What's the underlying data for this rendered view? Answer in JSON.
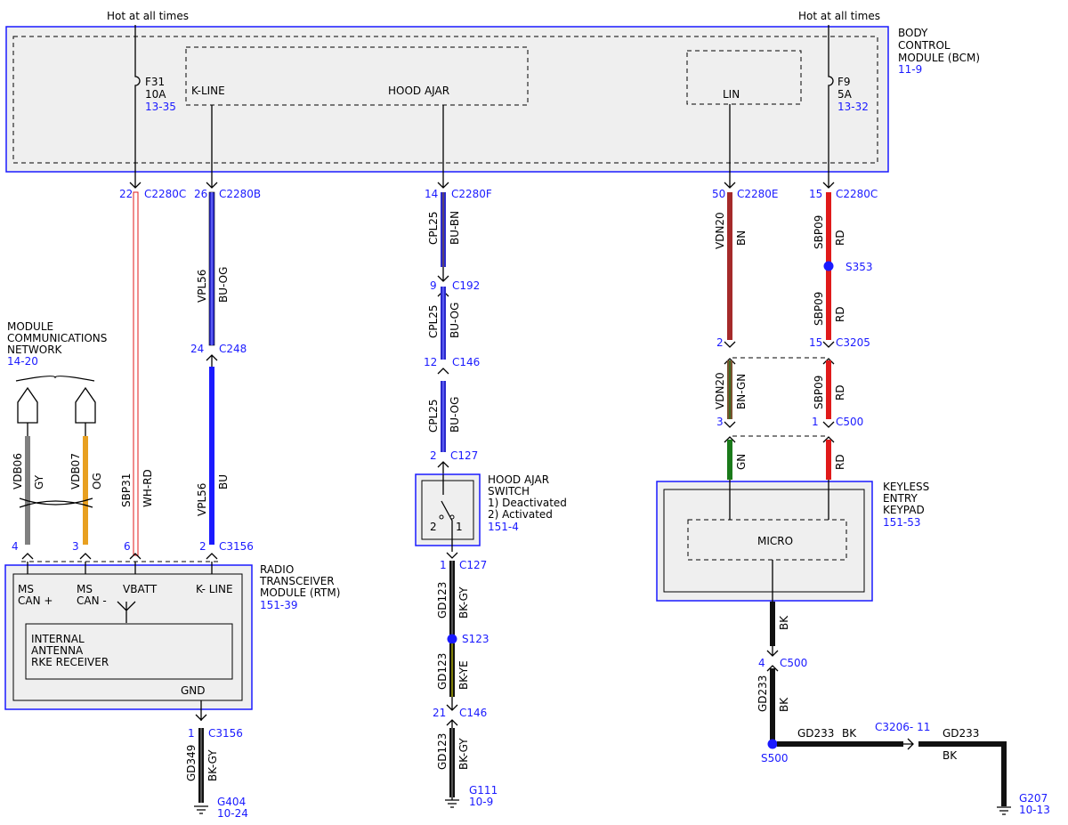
{
  "power": {
    "left": "Hot at all times",
    "right": "Hot at all times"
  },
  "bcm": {
    "l1": "BODY",
    "l2": "CONTROL",
    "l3": "MODULE (BCM)",
    "ref": "11-9",
    "kline": "K-LINE",
    "hood": "HOOD AJAR",
    "lin": "LIN",
    "f31": "F31",
    "f31a": "10A",
    "f31ref": "13-35",
    "f9": "F9",
    "f9a": "5A",
    "f9ref": "13-32"
  },
  "mcn": {
    "l1": "MODULE",
    "l2": "COMMUNICATIONS",
    "l3": "NETWORK",
    "ref": "14-20"
  },
  "rtm": {
    "l1": "RADIO",
    "l2": "TRANSCEIVER",
    "l3": "MODULE (RTM)",
    "ref": "151-39",
    "mscanp1": "MS",
    "mscanp2": "CAN +",
    "mscann1": "MS",
    "mscann2": "CAN -",
    "vbatt": "VBATT",
    "kline": "K- LINE",
    "ant1": "INTERNAL",
    "ant2": "ANTENNA",
    "ant3": "RKE RECEIVER",
    "gnd": "GND"
  },
  "has": {
    "l1": "HOOD AJAR",
    "l2": "SWITCH",
    "l3": "1) Deactivated",
    "l4": "2) Activated",
    "ref": "151-4",
    "p2": "2",
    "p1": "1"
  },
  "kek": {
    "l1": "KEYLESS",
    "l2": "ENTRY",
    "l3": "KEYPAD",
    "ref": "151-53",
    "micro": "MICRO"
  },
  "pins": {
    "a22": "22",
    "a26": "26",
    "a14": "14",
    "a50": "50",
    "a15": "15",
    "b24": "24",
    "b9": "9",
    "b12": "12",
    "b2a": "2",
    "b2b": "2",
    "b15": "15",
    "b3": "3",
    "b1": "1",
    "r4": "4",
    "r3": "3",
    "r6": "6",
    "r2": "2",
    "g1a": "1",
    "g21": "21",
    "g1b": "1",
    "g4": "4"
  },
  "conns": {
    "c2280c": "C2280C",
    "c2280b": "C2280B",
    "c2280f": "C2280F",
    "c2280e": "C2280E",
    "c2280c2": "C2280C",
    "c248": "C248",
    "c192": "C192",
    "c146": "C146",
    "c127": "C127",
    "c3205": "C3205",
    "c500": "C500",
    "c3156": "C3156",
    "c127b": "C127",
    "c146b": "C146",
    "c3156b": "C3156",
    "c500b": "C500",
    "c3206": "C3206- 11"
  },
  "splices": {
    "s353": "S353",
    "s123": "S123",
    "s500": "S500"
  },
  "grounds": {
    "g404": "G404",
    "g404ref": "10-24",
    "g111": "G111",
    "g111ref": "10-9",
    "g207": "G207",
    "g207ref": "10-13"
  },
  "wires": {
    "sbp31": "SBP31",
    "whrd": "WH-RD",
    "vpl56a": "VPL56",
    "buog1": "BU-OG",
    "vpl56b": "VPL56",
    "bu": "BU",
    "cpl25a": "CPL25",
    "bubn": "BU-BN",
    "cpl25b": "CPL25",
    "buog2": "BU-OG",
    "cpl25c": "CPL25",
    "buog3": "BU-OG",
    "vdn20a": "VDN20",
    "bn": "BN",
    "vdn20b": "VDN20",
    "bngn": "BN-GN",
    "gn": "GN",
    "sbp09a": "SBP09",
    "rd1": "RD",
    "sbp09b": "SBP09",
    "rd2": "RD",
    "sbp09c": "SBP09",
    "rd3": "RD",
    "rd4": "RD",
    "vdb06": "VDB06",
    "gy": "GY",
    "vdb07": "VDB07",
    "og": "OG",
    "gd123a": "GD123",
    "bkgy1": "BK-GY",
    "gd123b": "GD123",
    "bkye": "BK-YE",
    "gd123c": "GD123",
    "bkgy2": "BK-GY",
    "gd349": "GD349",
    "bkgy3": "BK-GY",
    "bk1": "BK",
    "gd233a": "GD233",
    "bk2": "BK",
    "gd233b": "GD233",
    "bk3": "BK",
    "gd233c": "GD233",
    "bk4": "BK"
  },
  "colors": {
    "blue": "#1a1aff",
    "darkblue": "#2a2acc",
    "red": "#e01a1a",
    "brown": "#a52a2a",
    "brgn": "#7a5230",
    "green": "#1a7a1a",
    "orange": "#e8a020",
    "gray": "#808080",
    "black": "#111111",
    "yellow": "#c8c800"
  }
}
